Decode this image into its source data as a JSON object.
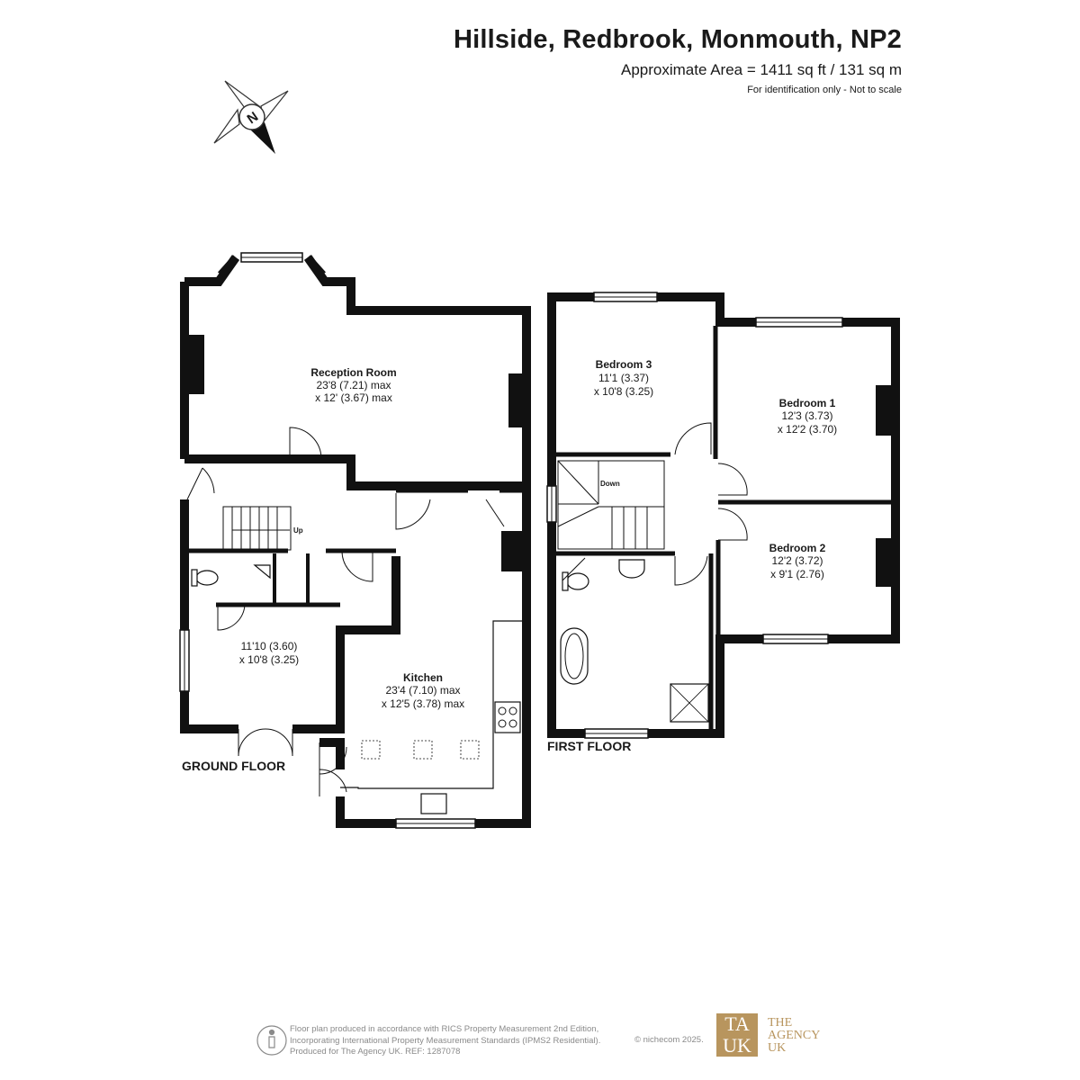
{
  "header": {
    "title": "Hillside, Redbrook, Monmouth, NP2",
    "area": "Approximate Area = 1411 sq ft / 131 sq m",
    "note": "For identification only - Not to scale"
  },
  "compass": {
    "label": "N"
  },
  "ground_floor": {
    "label": "GROUND FLOOR",
    "stair_label": "Up",
    "rooms": [
      {
        "name": "Reception Room",
        "dim1": "23'8 (7.21) max",
        "dim2": "x 12' (3.67) max"
      },
      {
        "name": "",
        "dim1": "11'10 (3.60)",
        "dim2": "x 10'8 (3.25)"
      },
      {
        "name": "Kitchen",
        "dim1": "23'4 (7.10) max",
        "dim2": "x 12'5 (3.78) max"
      }
    ]
  },
  "first_floor": {
    "label": "FIRST FLOOR",
    "stair_label": "Down",
    "rooms": [
      {
        "name": "Bedroom 3",
        "dim1": "11'1 (3.37)",
        "dim2": "x 10'8 (3.25)"
      },
      {
        "name": "Bedroom 1",
        "dim1": "12'3 (3.73)",
        "dim2": "x 12'2 (3.70)"
      },
      {
        "name": "Bedroom 2",
        "dim1": "12'2 (3.72)",
        "dim2": "x 9'1 (2.76)"
      }
    ]
  },
  "footer": {
    "line1": "Floor plan produced in accordance with RICS Property Measurement 2nd Edition,",
    "line2": "Incorporating International Property Measurement Standards (IPMS2 Residential).",
    "line3": "Produced for The Agency UK.   REF:   1287078",
    "copyright": "© nichecom 2025.",
    "brand_mark_top": "TA",
    "brand_mark_bottom": "UK",
    "brand_line1": "THE",
    "brand_line2": "AGENCY",
    "brand_line3": "UK"
  },
  "colors": {
    "wall": "#111111",
    "brand": "#b8955e",
    "footer_text": "#8a8a8a"
  }
}
